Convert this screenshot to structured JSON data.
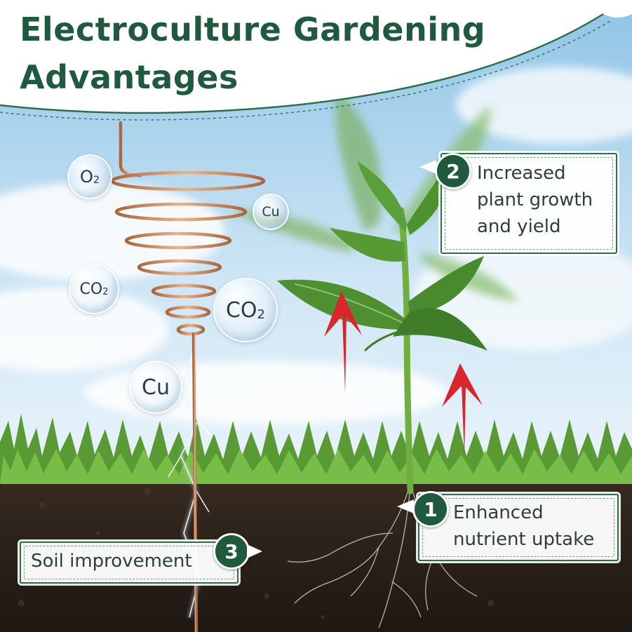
{
  "title": {
    "line1": "Electroculture Gardening",
    "line2": "Advantages"
  },
  "callouts": [
    {
      "number": "2",
      "lines": [
        "Increased",
        "plant growth",
        "and yield"
      ]
    },
    {
      "number": "1",
      "lines": [
        "Enhanced",
        "nutrient uptake"
      ]
    },
    {
      "number": "3",
      "lines": [
        "Soil improvement"
      ]
    }
  ],
  "bubbles": [
    {
      "base": "O",
      "sub": "2"
    },
    {
      "base": "Cu",
      "sub": ""
    },
    {
      "base": "CO",
      "sub": "2"
    },
    {
      "base": "CO",
      "sub": "2"
    },
    {
      "base": "Cu",
      "sub": ""
    }
  ],
  "colors": {
    "brand_green": "#1f5a3f",
    "arrow_red": "#d8262c",
    "copper": "#c98a5e",
    "soil": "#2d231c",
    "sky": "#cfe6f5"
  }
}
